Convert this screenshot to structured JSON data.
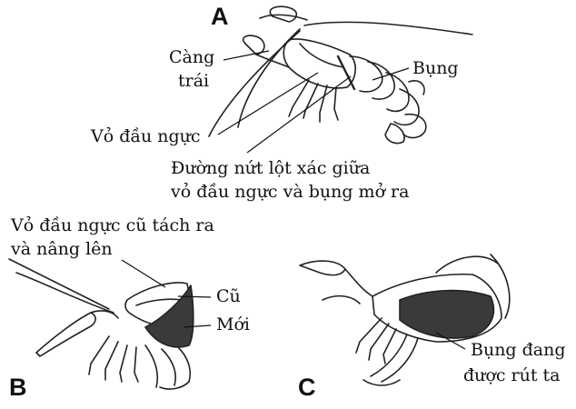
{
  "panels": {
    "a": "A",
    "b": "B",
    "c": "C"
  },
  "labels": {
    "cang_trai_1": "Càng",
    "cang_trai_2": "trái",
    "bung": "Bụng",
    "vo_dau_nguc": "Vỏ đầu ngực",
    "duong_nut_1": "Đường nứt lột xác giữa",
    "duong_nut_2": "vỏ đầu ngực và bụng mở ra",
    "vo_cu_1": "Vỏ đầu ngực cũ tách ra",
    "vo_cu_2": "và nâng lên",
    "cu": "Cũ",
    "moi": "Mới",
    "bung_rut_1": "Bụng đang",
    "bung_rut_2": "được rút ta"
  },
  "colors": {
    "ink": "#111111",
    "new_shell": "#3a3a3a",
    "leader": "#111111"
  }
}
